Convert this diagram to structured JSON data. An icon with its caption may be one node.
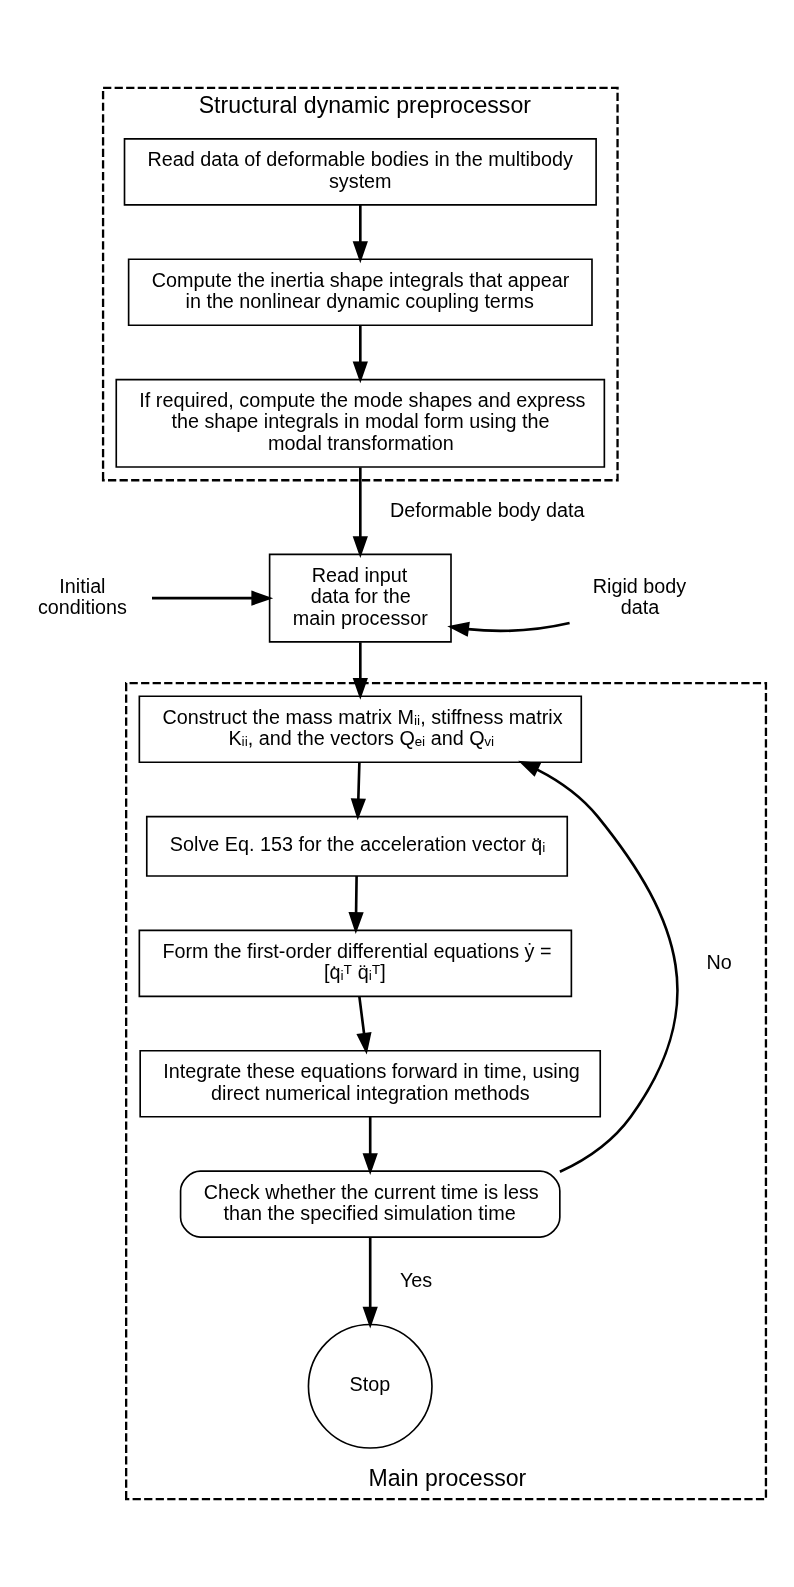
{
  "diagram": {
    "nodes": [
      {
        "text": [
          "Structural dynamic preprocessor"
        ]
      },
      {
        "text": [
          "Read data of deformable bodies in the multibody system"
        ],
        "in": 0
      },
      {
        "text": [
          "Compute the inertia shape integrals that appear in the nonlinear dynamic coupling terms"
        ],
        "in": 0
      },
      {
        "text": [
          "If required, compute the mode shapes and express the shape integrals in modal form using the modal transformation"
        ],
        "in": 0
      },
      {
        "text": [
          "Read input data for the main processor"
        ]
      },
      {
        "text": [
          "Initial conditions"
        ]
      },
      {
        "text": [
          "Rigid body data"
        ]
      },
      {
        "text": [
          "Main processor"
        ]
      },
      {
        "text": [
          "Construct the mass matrix Mᵢᵢ, stiffness matrix Kᵢᵢ, and the vectors Qₑᵢ and Qᵥᵢ"
        ],
        "in": 7
      },
      {
        "text": [
          "Solve Eq. 153 for the acceleration vector q̈ᵢ"
        ],
        "in": 7
      },
      {
        "text": [
          "Form the first-order differential equations ẏ = [q̇ᵢᵀ q̈ᵢᵀ]"
        ],
        "in": 7
      },
      {
        "text": [
          "Integrate these equations forward in time, using direct numerical integration methods"
        ],
        "in": 7
      },
      {
        "text": [
          "Check whether the current time is less than the specified simulation time"
        ],
        "in": 7
      },
      {
        "text": [
          "Stop"
        ],
        "in": 7
      }
    ],
    "edges": [
      {
        "from": 1,
        "to": 2,
        "arrow": "to"
      },
      {
        "from": 2,
        "to": 3,
        "arrow": "to"
      },
      {
        "from": 3,
        "to": 4,
        "arrow": "to",
        "label": "Deformable body data"
      },
      {
        "from": 5,
        "to": 4,
        "arrow": "to"
      },
      {
        "from": 6,
        "to": 4,
        "arrow": "to"
      },
      {
        "from": 4,
        "to": 8,
        "arrow": "to"
      },
      {
        "from": 8,
        "to": 9,
        "arrow": "to"
      },
      {
        "from": 9,
        "to": 10,
        "arrow": "to"
      },
      {
        "from": 10,
        "to": 11,
        "arrow": "to"
      },
      {
        "from": 11,
        "to": 12,
        "arrow": "to"
      },
      {
        "from": 12,
        "to": 8,
        "arrow": "to",
        "label": "No"
      },
      {
        "from": 12,
        "to": 13,
        "arrow": "to",
        "label": "Yes"
      }
    ]
  }
}
